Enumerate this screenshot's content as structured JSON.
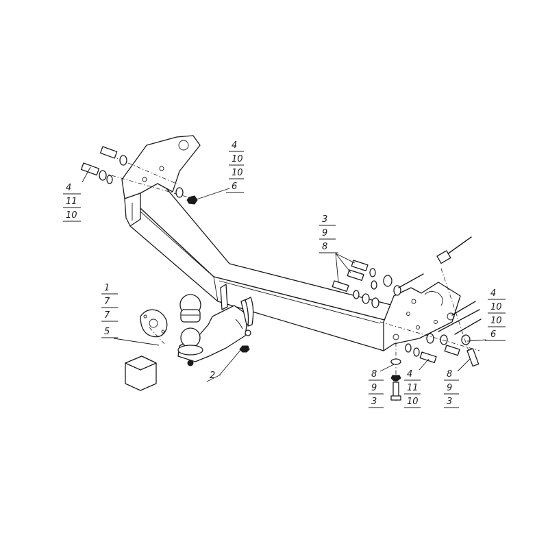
{
  "callouts": {
    "left_top": [
      "4",
      "10",
      "10",
      "6"
    ],
    "left_side": [
      "4",
      "11",
      "10"
    ],
    "center_mid": [
      "3",
      "9",
      "8"
    ],
    "ball_group": [
      "1",
      "7",
      "7",
      "5"
    ],
    "bolt_2": [
      "2"
    ],
    "bottom_left": [
      "8",
      "9",
      "3"
    ],
    "bottom_mid": [
      "4",
      "11",
      "10"
    ],
    "bottom_right": [
      "8",
      "9",
      "3"
    ],
    "right_group": [
      "4",
      "10",
      "10",
      "6"
    ]
  }
}
